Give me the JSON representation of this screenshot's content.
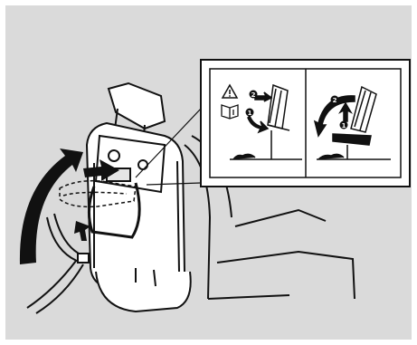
{
  "illustration": {
    "subject": "rear-seat-fold-down-instruction",
    "inset_label_icons": [
      "warning-triangle-icon",
      "owners-manual-icon"
    ],
    "step_markers": [
      "1",
      "2",
      "1",
      "2"
    ],
    "colors": {
      "background": "#dadada",
      "line": "#111111",
      "seat_fill": "#ffffff",
      "arrow_fill": "#111111"
    }
  }
}
